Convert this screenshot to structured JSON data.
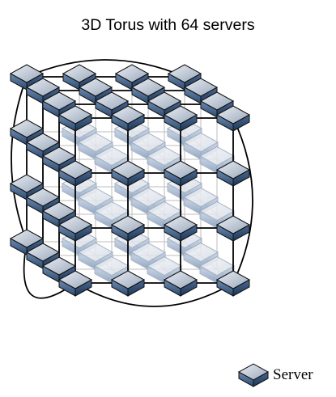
{
  "title": "3D Torus with 64 servers",
  "legend": {
    "label": "Server",
    "icon": "server-icon"
  },
  "topology": {
    "type": "3D torus",
    "dimensions": [
      4,
      4,
      4
    ],
    "node_count": 64
  },
  "colors": {
    "server_top": "#bcc7d6",
    "server_side_left": "#4f6d92",
    "server_side_right": "#2d4c72",
    "server_outline": "#111111",
    "faded_server": "#dde4ee",
    "front_links": "#000000",
    "hidden_links": "#bdbdbd"
  }
}
